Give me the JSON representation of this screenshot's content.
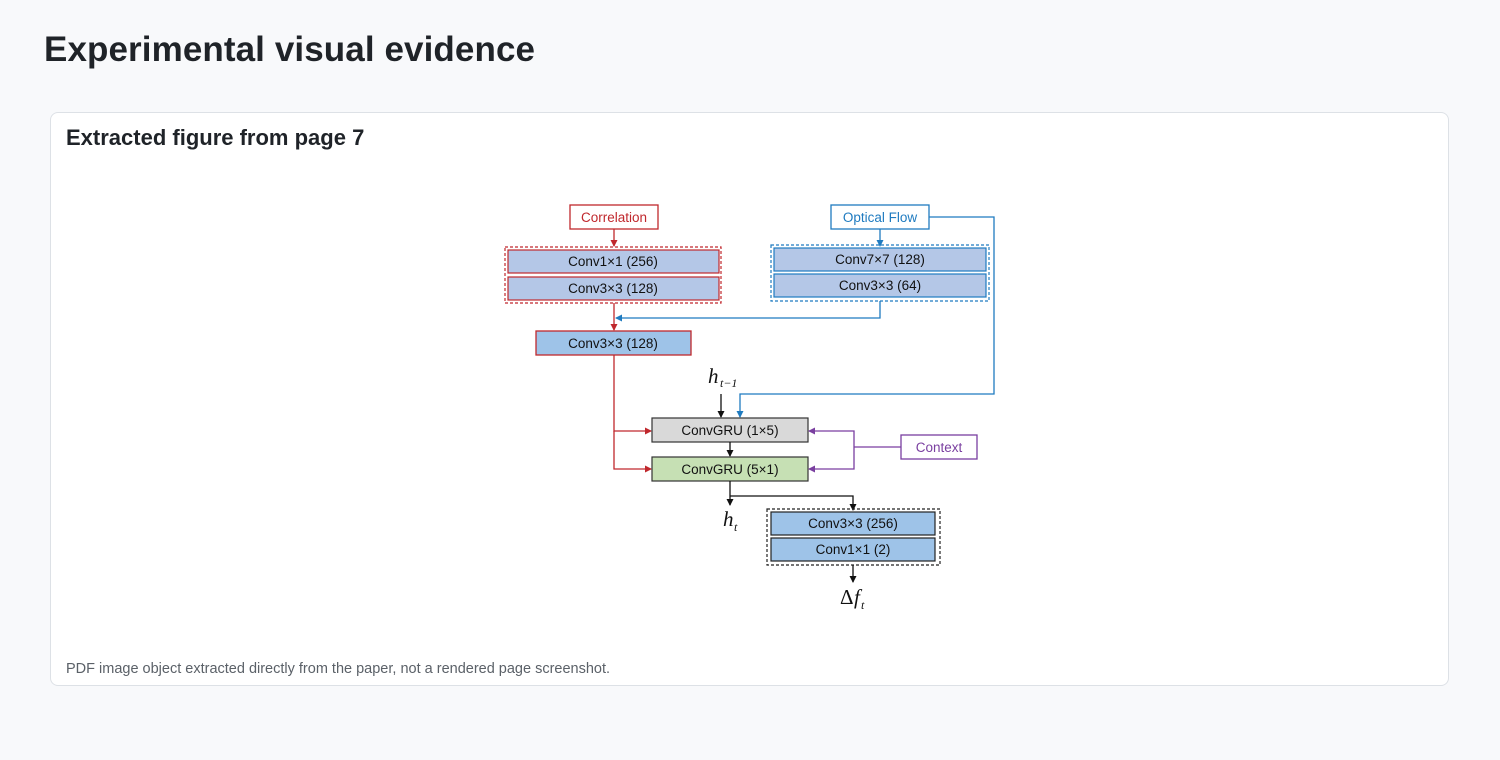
{
  "page": {
    "title": "Experimental visual evidence"
  },
  "card": {
    "title": "Extracted figure from page 7",
    "caption": "PDF image object extracted directly from the paper, not a rendered page screenshot."
  },
  "diagram": {
    "correlation_label": "Correlation",
    "optical_flow_label": "Optical Flow",
    "context_label": "Context",
    "corr_conv1": "Conv1×1  (256)",
    "corr_conv2": "Conv3×3  (128)",
    "flow_conv1": "Conv7×7  (128)",
    "flow_conv2": "Conv3×3  (64)",
    "merge_conv": "Conv3×3  (128)",
    "gru1": "ConvGRU  (1×5)",
    "gru2": "ConvGRU  (5×1)",
    "head_conv1": "Conv3×3  (256)",
    "head_conv2": "Conv1×1  (2)",
    "h_prev": "h",
    "h_prev_sub": "t−1",
    "h_t": "h",
    "h_t_sub": "t",
    "delta": "Δ",
    "delta_f": "f",
    "delta_f_sub": "t"
  },
  "colors": {
    "correlation": "#c0282d",
    "optical_flow": "#1f7bc0",
    "context": "#7a3fa0",
    "conv_fill": "#9ec3e8",
    "gru1_fill": "#d9d9d9",
    "gru2_fill": "#c6e0b4"
  }
}
